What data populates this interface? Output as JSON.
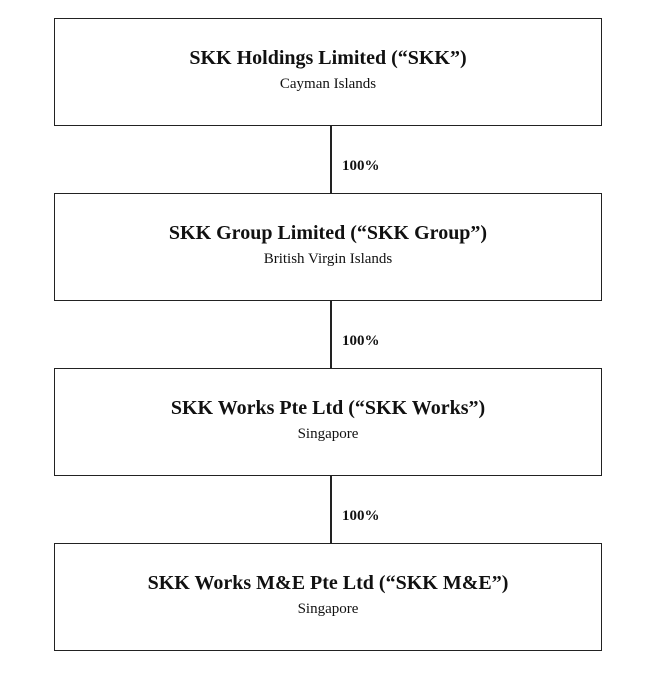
{
  "entities": [
    {
      "name": "SKK Holdings Limited (“SKK”)",
      "jurisdiction": "Cayman Islands"
    },
    {
      "name": "SKK Group Limited (“SKK Group”)",
      "jurisdiction": "British Virgin Islands"
    },
    {
      "name": "SKK Works Pte Ltd (“SKK Works”)",
      "jurisdiction": "Singapore"
    },
    {
      "name": "SKK Works M&E Pte Ltd (“SKK M&E”)",
      "jurisdiction": "Singapore"
    }
  ],
  "ownership": [
    {
      "percent": "100%"
    },
    {
      "percent": "100%"
    },
    {
      "percent": "100%"
    }
  ]
}
